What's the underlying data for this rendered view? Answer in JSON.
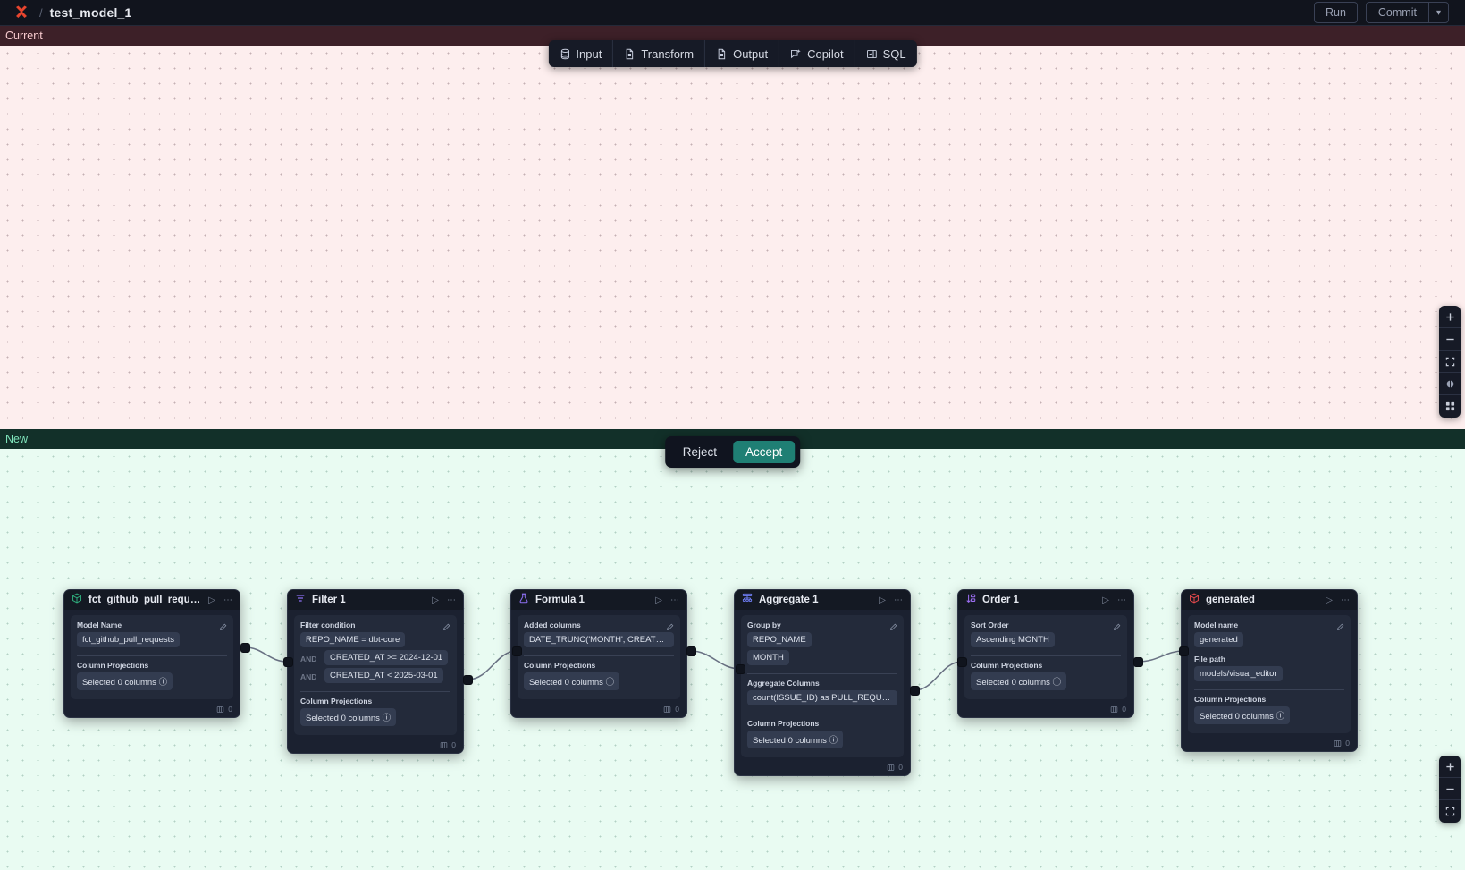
{
  "topbar": {
    "logo_icon": "x-logo-icon",
    "separator": "/",
    "title": "test_model_1",
    "run_label": "Run",
    "commit_label": "Commit",
    "commit_caret_icon": "chevron-down-icon"
  },
  "mode_toolbar": {
    "items": [
      {
        "label": "Input",
        "icon": "database-icon"
      },
      {
        "label": "Transform",
        "icon": "file-text-icon"
      },
      {
        "label": "Output",
        "icon": "file-text-icon"
      },
      {
        "label": "Copilot",
        "icon": "copilot-sparkle-icon"
      },
      {
        "label": "SQL",
        "icon": "sql-panel-icon"
      }
    ]
  },
  "panes": {
    "current": {
      "label": "Current",
      "bg": "#fdeeee",
      "label_bg": "#3d2028",
      "label_fg": "#f6c9cd"
    },
    "new": {
      "label": "New",
      "bg": "#e9fbf2",
      "label_bg": "#123029",
      "label_fg": "#7fe3bb"
    }
  },
  "decision": {
    "reject_label": "Reject",
    "accept_label": "Accept",
    "accept_color": "#1f7f74"
  },
  "zoom_controls_current": [
    {
      "name": "zoom-in-icon",
      "glyph": "+"
    },
    {
      "name": "zoom-out-icon",
      "glyph": "−"
    },
    {
      "name": "fit-view-icon",
      "glyph": "[ ]"
    },
    {
      "name": "lock-center-icon",
      "glyph": "●"
    },
    {
      "name": "minimap-icon",
      "glyph": "▒"
    }
  ],
  "zoom_controls_new": [
    {
      "name": "zoom-in-icon",
      "glyph": "+"
    },
    {
      "name": "zoom-out-icon",
      "glyph": "−"
    },
    {
      "name": "fit-view-icon",
      "glyph": "[ ]"
    }
  ],
  "nodes": [
    {
      "id": "source",
      "icon": "cube-icon",
      "icon_color": "#2ea97a",
      "title": "fct_github_pull_requests",
      "run_icon": "play-icon",
      "menu_icon": "more-horizontal-icon",
      "rows_badge": "0",
      "rows_icon": "columns-icon",
      "sections": [
        {
          "label": "Model Name",
          "editable": true,
          "chips": [
            {
              "text": "fct_github_pull_requests"
            }
          ]
        },
        {
          "label": "Column Projections",
          "editable": false,
          "chips": [
            {
              "text": "Selected 0 columns",
              "info": true
            }
          ]
        }
      ]
    },
    {
      "id": "filter",
      "icon": "filter-icon",
      "icon_color": "#8b6ef0",
      "title": "Filter 1",
      "run_icon": "play-icon",
      "menu_icon": "more-horizontal-icon",
      "rows_badge": "0",
      "rows_icon": "columns-icon",
      "sections": [
        {
          "label": "Filter condition",
          "editable": true,
          "chips": [
            {
              "text": "REPO_NAME = dbt-core"
            },
            {
              "conj": "AND",
              "text": "CREATED_AT >= 2024-12-01"
            },
            {
              "conj": "AND",
              "text": "CREATED_AT < 2025-03-01"
            }
          ]
        },
        {
          "label": "Column Projections",
          "editable": false,
          "chips": [
            {
              "text": "Selected 0 columns",
              "info": true
            }
          ]
        }
      ]
    },
    {
      "id": "formula",
      "icon": "flask-icon",
      "icon_color": "#8b6ef0",
      "title": "Formula 1",
      "run_icon": "play-icon",
      "menu_icon": "more-horizontal-icon",
      "rows_badge": "0",
      "rows_icon": "columns-icon",
      "sections": [
        {
          "label": "Added columns",
          "editable": true,
          "chips": [
            {
              "text": "DATE_TRUNC('MONTH', CREATED_AT…"
            }
          ]
        },
        {
          "label": "Column Projections",
          "editable": false,
          "chips": [
            {
              "text": "Selected 0 columns",
              "info": true
            }
          ]
        }
      ]
    },
    {
      "id": "aggregate",
      "icon": "aggregate-icon",
      "icon_color": "#6f7ef5",
      "title": "Aggregate 1",
      "run_icon": "play-icon",
      "menu_icon": "more-horizontal-icon",
      "rows_badge": "0",
      "rows_icon": "columns-icon",
      "sections": [
        {
          "label": "Group by",
          "editable": true,
          "chips": [
            {
              "text": "REPO_NAME"
            },
            {
              "text": "MONTH"
            }
          ]
        },
        {
          "label": "Aggregate Columns",
          "editable": false,
          "chips": [
            {
              "text": "count(ISSUE_ID) as PULL_REQUEST_…"
            }
          ]
        },
        {
          "label": "Column Projections",
          "editable": false,
          "chips": [
            {
              "text": "Selected 0 columns",
              "info": true
            }
          ]
        }
      ]
    },
    {
      "id": "order",
      "icon": "sort-icon",
      "icon_color": "#9b6ef0",
      "title": "Order 1",
      "run_icon": "play-icon",
      "menu_icon": "more-horizontal-icon",
      "rows_badge": "0",
      "rows_icon": "columns-icon",
      "sections": [
        {
          "label": "Sort Order",
          "editable": true,
          "chips": [
            {
              "text": "Ascending MONTH"
            }
          ]
        },
        {
          "label": "Column Projections",
          "editable": false,
          "chips": [
            {
              "text": "Selected 0 columns",
              "info": true
            }
          ]
        }
      ]
    },
    {
      "id": "generated",
      "icon": "cube-icon",
      "icon_color": "#e0484b",
      "title": "generated",
      "run_icon": "play-icon",
      "menu_icon": "more-horizontal-icon",
      "rows_badge": "0",
      "rows_icon": "columns-icon",
      "sections": [
        {
          "label": "Model name",
          "editable": true,
          "chips": [
            {
              "text": "generated"
            }
          ]
        },
        {
          "label": "File path",
          "editable": false,
          "chips": [
            {
              "text": "models/visual_editor"
            }
          ]
        },
        {
          "label": "Column Projections",
          "editable": false,
          "chips": [
            {
              "text": "Selected 0 columns",
              "info": true
            }
          ]
        }
      ]
    }
  ]
}
